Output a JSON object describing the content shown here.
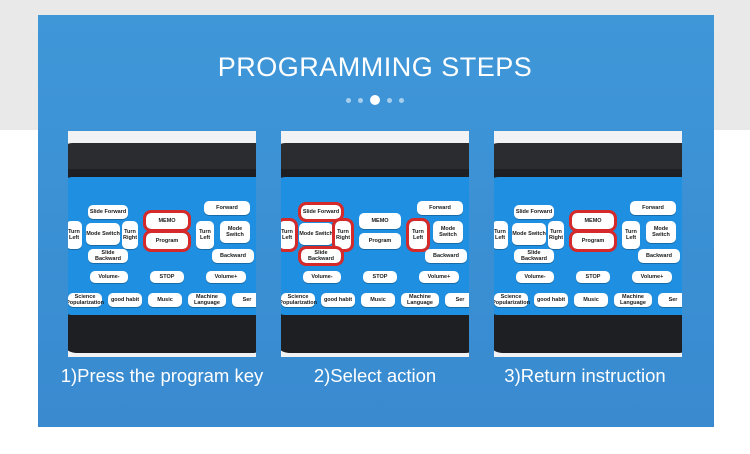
{
  "header": {
    "title": "PROGRAMMING STEPS",
    "pager": {
      "count": 5,
      "active": 2
    }
  },
  "keys": {
    "slide_forward": "Slide Forward",
    "forward": "Forward",
    "turn_left": "Turn Left",
    "mode_switch": "Mode Switch",
    "turn_right": "Turn Right",
    "memo": "MEMO",
    "program": "Program",
    "slide_backward": "Slide Backward",
    "backward": "Backward",
    "volume_down": "Volume-",
    "stop": "STOP",
    "volume_up": "Volume+",
    "science": "Science Popularization",
    "good_habit": "good habit",
    "music": "Music",
    "machine_language": "Machine Language",
    "service": "Ser"
  },
  "steps": [
    {
      "caption": "1)Press the program key"
    },
    {
      "caption": "2)Select action"
    },
    {
      "caption": "3)Return instruction"
    }
  ],
  "colors": {
    "panel": "#3a8fd3",
    "highlight": "#d62a2a",
    "keypad": "#1f8fe1"
  }
}
